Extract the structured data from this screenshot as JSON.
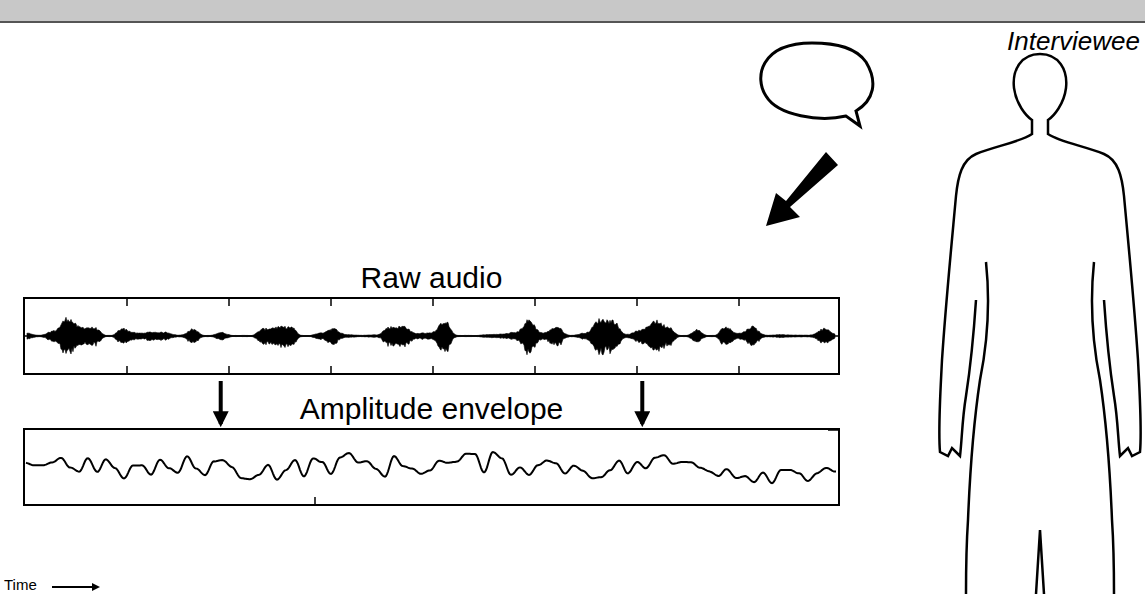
{
  "diagram": {
    "nodes": [
      {
        "text": [
          "Raw audio"
        ]
      },
      {
        "text": [
          "Amplitude envelope"
        ]
      }
    ],
    "edges": [
      {
        "from": 0,
        "to": 1,
        "arrow": "to"
      },
      {
        "from": 0,
        "to": 1,
        "arrow": "to"
      }
    ],
    "labels": [
      "Interviewee",
      "Time"
    ]
  }
}
